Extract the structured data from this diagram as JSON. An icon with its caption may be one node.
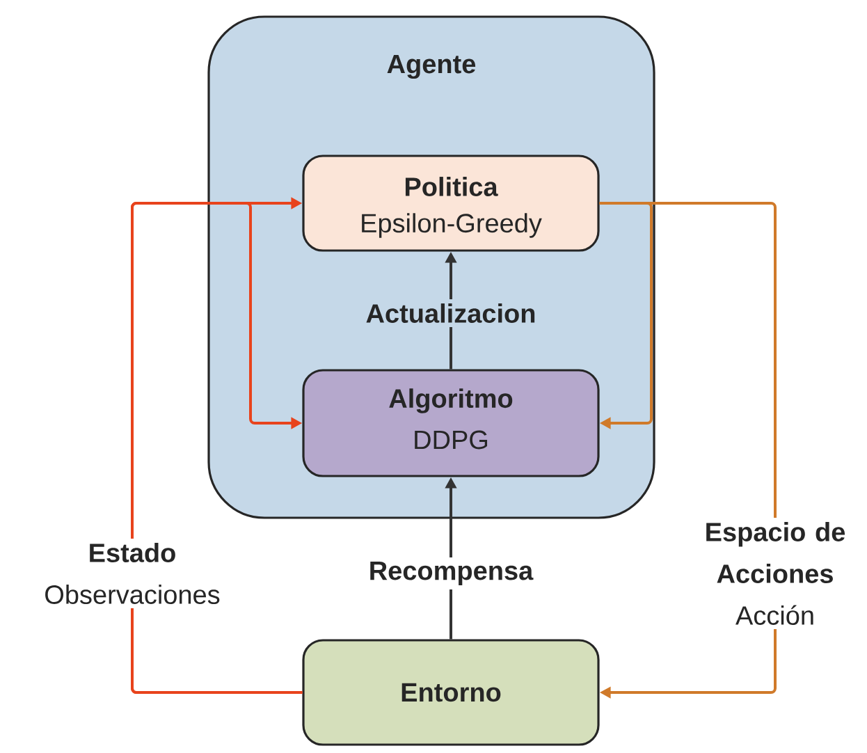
{
  "diagram": {
    "nodes": [
      {
        "text": [
          "Agente"
        ]
      },
      {
        "text": [
          "Politica",
          "Epsilon-Greedy"
        ],
        "in": 0
      },
      {
        "text": [
          "Algoritmo",
          "DDPG"
        ],
        "in": 0
      },
      {
        "text": [
          "Entorno"
        ]
      }
    ],
    "edges": [
      {
        "from": 3,
        "to": 1,
        "arrow": "to",
        "color": "#e8431c",
        "label": "**Estado** Observaciones"
      },
      {
        "from": 3,
        "to": 2,
        "arrow": "to",
        "color": "#e8431c"
      },
      {
        "from": 1,
        "to": 2,
        "arrow": "to",
        "color": "#d07a2a"
      },
      {
        "from": 1,
        "to": 3,
        "arrow": "to",
        "color": "#d07a2a",
        "label": "**Espacio de Acciones** Acción"
      },
      {
        "from": 2,
        "to": 1,
        "arrow": "to",
        "color": "#333333",
        "label": "Actualizacion"
      },
      {
        "from": 3,
        "to": 2,
        "arrow": "to",
        "color": "#333333",
        "label": "Recompensa"
      }
    ]
  }
}
